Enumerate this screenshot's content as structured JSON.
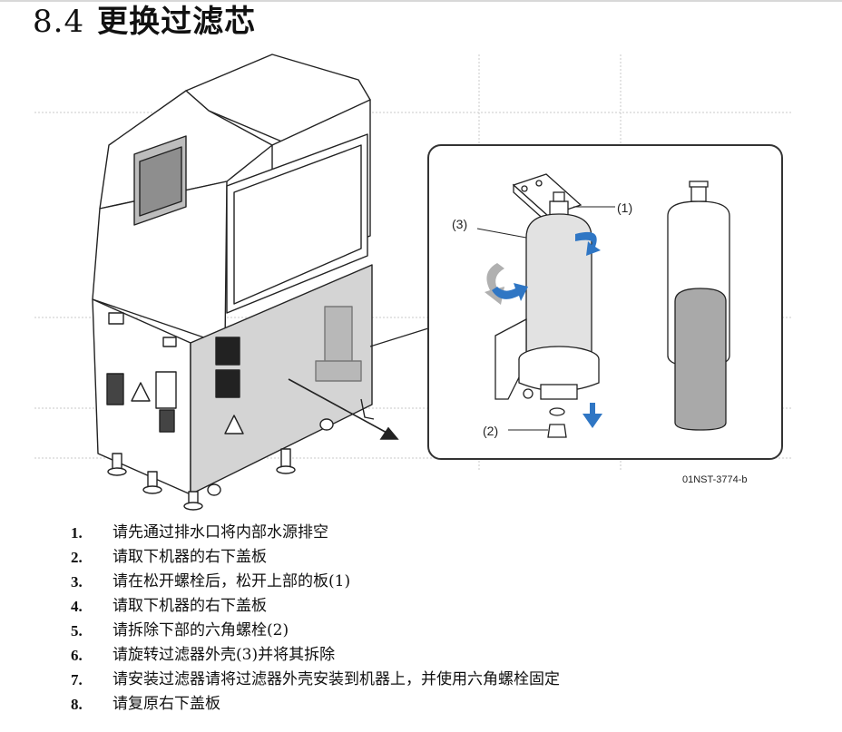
{
  "header": {
    "section_number": "8.4",
    "title": "更换过滤芯"
  },
  "figure": {
    "callouts": {
      "plate": "(1)",
      "bolt": "(2)",
      "housing": "(3)"
    },
    "figure_code": "01NST-3774-b"
  },
  "steps": [
    {
      "number": "1.",
      "text": "请先通过排水口将内部水源排空"
    },
    {
      "number": "2.",
      "text": "请取下机器的右下盖板"
    },
    {
      "number": "3.",
      "text": "请在松开螺栓后，松开上部的板(1)"
    },
    {
      "number": "4.",
      "text": "请取下机器的右下盖板"
    },
    {
      "number": "5.",
      "text": "请拆除下部的六角螺栓(2)"
    },
    {
      "number": "6.",
      "text": "请旋转过滤器外壳(3)并将其拆除"
    },
    {
      "number": "7.",
      "text": "请安装过滤器请将过滤器外壳安装到机器上，并使用六角螺栓固定"
    },
    {
      "number": "8.",
      "text": "请复原右下盖板"
    }
  ],
  "colors": {
    "arrow_blue": "#2f76c4",
    "panel_gray": "#d4d4d4",
    "filter_gray": "#a9a9a9"
  }
}
